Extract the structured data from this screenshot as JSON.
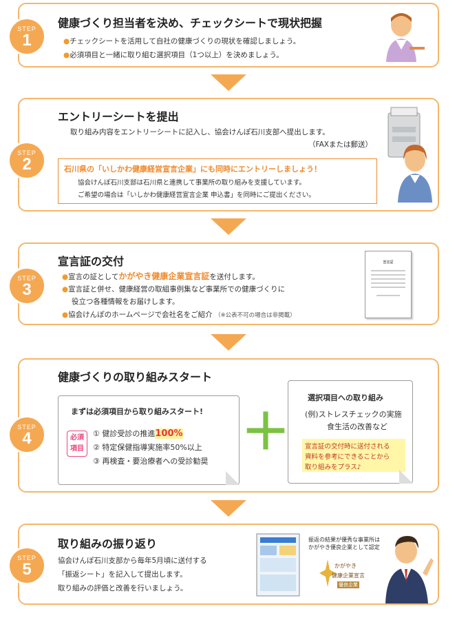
{
  "steps": [
    {
      "label": "STEP",
      "num": "1",
      "title": "健康づくり担当者を決め、チェックシートで現状把握",
      "lines": [
        "チェックシートを活用して自社の健康づくりの現状を確認しましょう。",
        "必須項目と一緒に取り組む選択項目（1つ以上）を決めましょう。"
      ]
    },
    {
      "label": "STEP",
      "num": "2",
      "title": "エントリーシートを提出",
      "lines": [
        "取り組み内容をエントリーシートに記入し、協会けんぽ石川支部へ提出します。",
        "（FAXまたは郵送）"
      ],
      "box": {
        "head": "石川県の「いしかわ健康経営宣言企業」にも同時にエントリーしましょう！",
        "lines": [
          "協会けんぽ石川支部は石川県と連携して事業所の取り組みを支援しています。",
          "ご希望の場合は「いしかわ健康経営宣言企業 申込書」を同時にご提出ください。"
        ]
      }
    },
    {
      "label": "STEP",
      "num": "3",
      "title": "宣言証の交付",
      "line1_pre": "宣言の証として",
      "line1_hl": "かがやき健康企業宣言証",
      "line1_post": "を送付します。",
      "line2": "宣言証と併せ、健康経営の取組事例集など事業所での健康づくりに",
      "line3": "役立つ各種情報をお届けします。",
      "line4": "協会けんぽのホームページで会社名をご紹介",
      "line4_note": "（※公表不可の場合は非掲載）",
      "doc_title": "宣言証"
    },
    {
      "label": "STEP",
      "num": "4",
      "title": "健康づくりの取り組みスタート",
      "left": {
        "head": "まずは必須項目から取り組みスタート!",
        "tag": [
          "必須",
          "項目"
        ],
        "item1_pre": "① 健診受診の推進",
        "item1_hl": "100%",
        "item2": "② 特定保健指導実施率50%以上",
        "item3": "③ 再検査・要治療者への受診勧奨"
      },
      "plus": "＋",
      "right": {
        "head": "選択項目への取り組み",
        "ex1": "(例)ストレスチェックの実施",
        "ex2": "食生活の改善など",
        "note": [
          "宣言証の交付時に送付される",
          "資料を参考にできることから",
          "取り組みをプラス♪"
        ]
      }
    },
    {
      "label": "STEP",
      "num": "5",
      "title": "取り組みの振り返り",
      "lines": [
        "協会けんぽ石川支部から毎年5月頃に送付する",
        "「振返シート」を記入して提出します。",
        "取り組みの評価と改善を行いましょう。"
      ],
      "cert_note": [
        "振返の結果が優秀な事業所は",
        "かがやき優良企業として認定"
      ],
      "cert_name": [
        "かがやき",
        "健康企業宣言",
        "優良企業"
      ]
    }
  ],
  "colors": {
    "accent": "#f5a852",
    "box": "#f08a2c",
    "green": "#7cc242"
  }
}
